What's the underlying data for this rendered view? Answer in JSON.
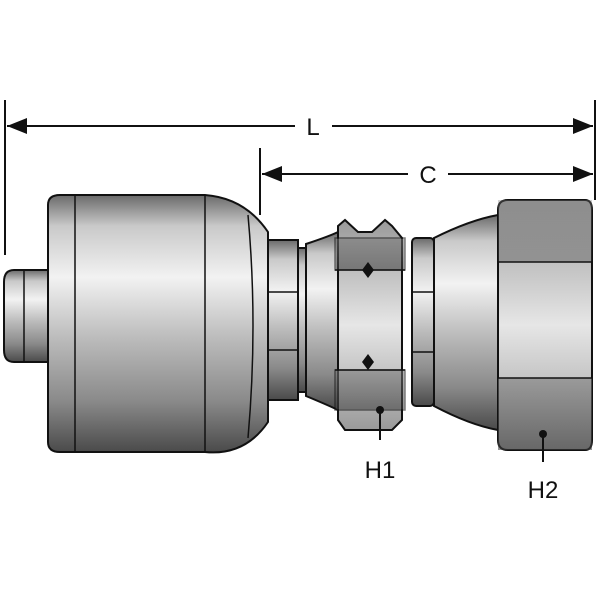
{
  "labels": {
    "overall_length": "L",
    "coupling_length": "C",
    "hex_1": "H1",
    "hex_2": "H2"
  },
  "colors": {
    "line": "#111111",
    "metal_light": "#e2e2e2",
    "metal_mid": "#a8a8a8",
    "metal_dark": "#555555",
    "background": "#ffffff"
  }
}
